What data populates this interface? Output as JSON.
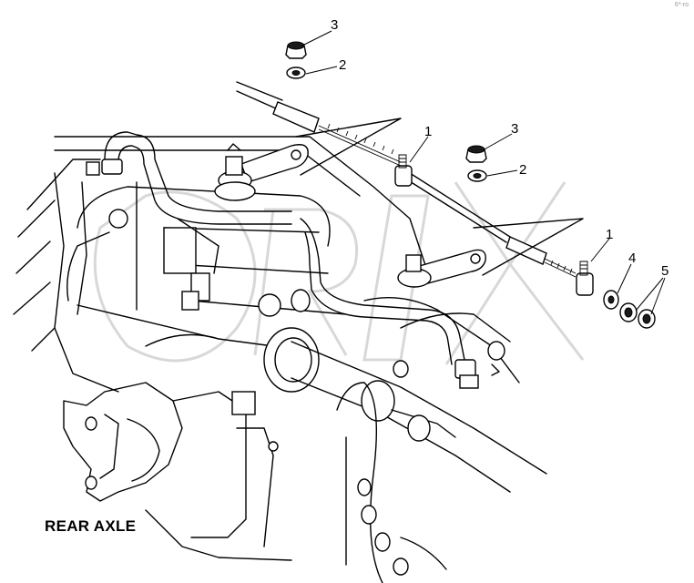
{
  "diagram": {
    "caption": "REAR AXLE",
    "corner_tag": "6*-ro",
    "watermark": "ORIX",
    "callouts": [
      {
        "id": "c3a",
        "label": "3"
      },
      {
        "id": "c2a",
        "label": "2"
      },
      {
        "id": "c1a",
        "label": "1"
      },
      {
        "id": "c3b",
        "label": "3"
      },
      {
        "id": "c2b",
        "label": "2"
      },
      {
        "id": "c1b",
        "label": "1"
      },
      {
        "id": "c4",
        "label": "4"
      },
      {
        "id": "c5",
        "label": "5"
      }
    ]
  }
}
